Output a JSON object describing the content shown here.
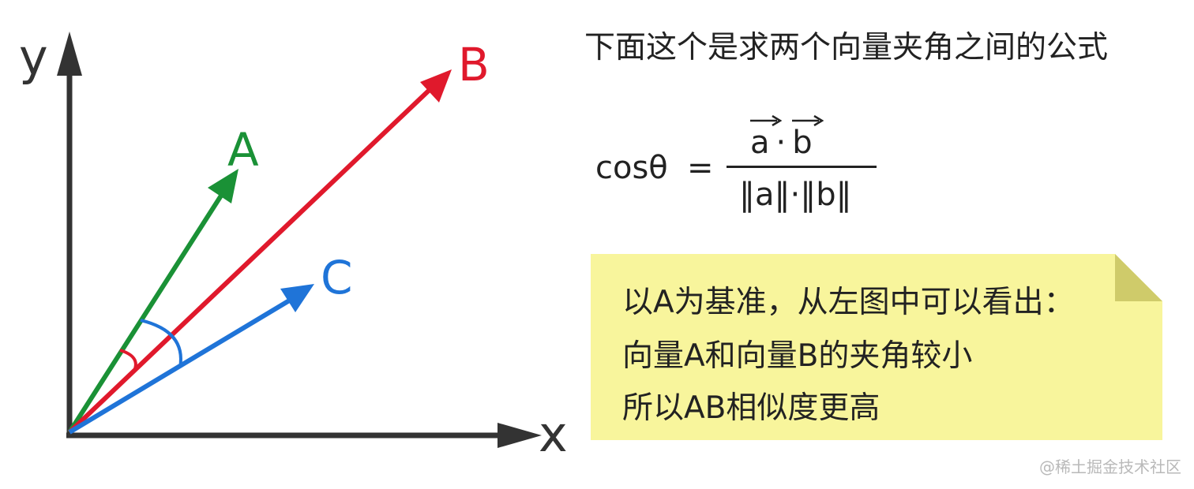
{
  "diagram": {
    "axis_y_label": "y",
    "axis_x_label": "x",
    "vectors": [
      {
        "label": "A",
        "color": "#1a9136"
      },
      {
        "label": "B",
        "color": "#e0192c"
      },
      {
        "label": "C",
        "color": "#1f74d8"
      }
    ],
    "axis_color": "#333333"
  },
  "heading": "下面这个是求两个向量夹角之间的公式",
  "formula": {
    "lhs": "cosθ",
    "equals": "=",
    "vec_a": "a",
    "vec_b": "b",
    "dot": "·",
    "denominator": "‖a‖·‖b‖"
  },
  "note": {
    "line1": "以A为基准，从左图中可以看出：",
    "line2": "向量A和向量B的夹角较小",
    "line3": "所以AB相似度更高",
    "background_color": "#f8f59c"
  },
  "watermark": "@稀土掘金技术社区"
}
